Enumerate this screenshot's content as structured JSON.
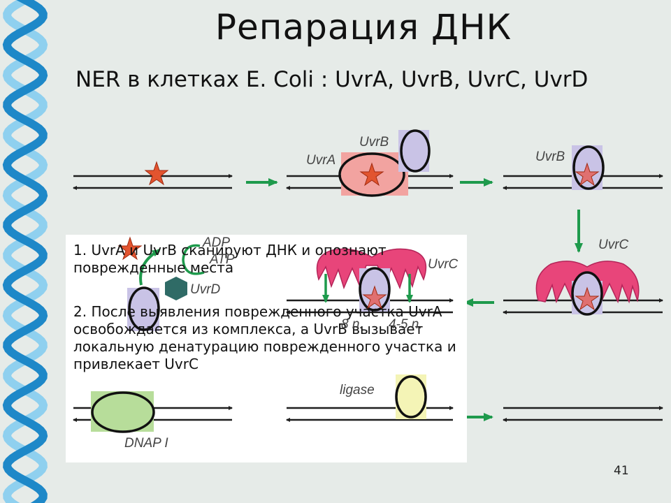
{
  "slide": {
    "title": "Репарация ДНК",
    "subtitle": "NER в клетках E. Coli : UvrA, UvrB, UvrC, UvrD",
    "page_number": "41"
  },
  "notes": {
    "step1": "1. UvrA и UvrB сканируют ДНК и опознают поврежденные места",
    "step2": "2. После выявления поврежденного участка UvrA освобождается из комплекса, а UvrB вызывает локальную денатурацию поврежденного участка и привлекает UvrC"
  },
  "labels": {
    "uvrb_top": "UvrB",
    "uvra": "UvrA",
    "uvrb_right": "UvrB",
    "uvrc_right": "UvrC",
    "uvrc_mid": "UvrC",
    "adp": "ADP",
    "atp": "ATP",
    "uvrd": "UvrD",
    "cut_8n": "8 n.",
    "cut_45n": "4-5 n.",
    "ligase": "ligase",
    "dnap": "DNAP I"
  },
  "colors": {
    "background": "#e6ebe8",
    "helix_blue": "#1e88c8",
    "helix_light": "#8fd0ef",
    "arrow_green": "#1e9a4c",
    "damage_star": "#e2542f",
    "uvrb_fill": "#c9c3e6",
    "uvra_fill": "#f2a3a0",
    "uvrc_fill": "#e8457a",
    "uvrd_fill": "#2f6b66",
    "dnap_fill": "#b7dd9a",
    "ligase_fill": "#f4f4b6"
  },
  "icons": [
    "dna-helix-icon",
    "damage-star-icon",
    "process-arrow-icon"
  ]
}
